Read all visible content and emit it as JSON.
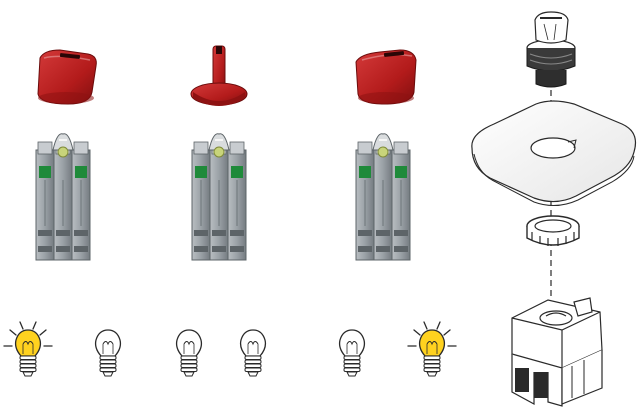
{
  "colors": {
    "knob_red": "#b31b1b",
    "knob_red_dark": "#7e0f0f",
    "module_gray": "#8f969b",
    "module_dark": "#5d6468",
    "contact_green": "#1f8a3a",
    "bulb_on": "#ffd21f",
    "bulb_off": "#ffffff",
    "line": "#2a2a2a"
  },
  "positions": [
    {
      "id": "left",
      "knob": "tilted-left",
      "lamps": [
        "on",
        "off"
      ]
    },
    {
      "id": "center",
      "knob": "upright",
      "lamps": [
        "off",
        "off"
      ]
    },
    {
      "id": "right",
      "knob": "tilted-right",
      "lamps": [
        "off",
        "on"
      ]
    }
  ],
  "assembly": {
    "parts": [
      "selector-head",
      "mounting-plate",
      "locking-ring",
      "contact-block"
    ]
  },
  "icons": [
    "selector-knob-icon",
    "contact-module-icon",
    "lamp-icon",
    "glow-rays-icon",
    "dashed-axis-icon"
  ]
}
